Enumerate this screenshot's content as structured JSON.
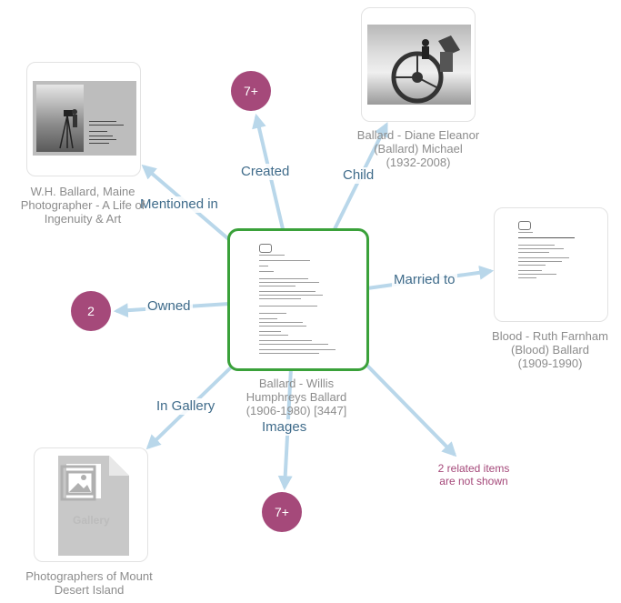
{
  "center_node": {
    "caption_lines": [
      "Ballard - Willis",
      "Humphreys Ballard",
      "(1906-1980) [3447]"
    ]
  },
  "nodes": {
    "wh_ballard_book": {
      "caption_lines": [
        "W.H. Ballard, Maine",
        "Photographer - A Life of",
        "Ingenuity & Art"
      ]
    },
    "diane": {
      "caption_lines": [
        "Ballard - Diane Eleanor",
        "(Ballard) Michael",
        "(1932-2008)"
      ]
    },
    "ruth": {
      "caption_lines": [
        "Blood - Ruth Farnham",
        "(Blood) Ballard",
        "(1909-1990)"
      ]
    },
    "gallery": {
      "caption_lines": [
        "Photographers of Mount",
        "Desert Island"
      ],
      "icon_label": "Gallery"
    }
  },
  "counts": {
    "created": "7+",
    "owned": "2",
    "images": "7+"
  },
  "edge_labels": {
    "mentioned_in": "Mentioned in",
    "created": "Created",
    "child": "Child",
    "married_to": "Married to",
    "owned": "Owned",
    "in_gallery": "In Gallery",
    "images": "Images"
  },
  "hidden_note": [
    "2 related items",
    "are not shown"
  ],
  "colors": {
    "edge": "#b9d7ea",
    "count_circle": "#a5497a",
    "center_border": "#3aa13a",
    "edge_label": "#3f6b8a",
    "caption": "#8c8c8c"
  }
}
